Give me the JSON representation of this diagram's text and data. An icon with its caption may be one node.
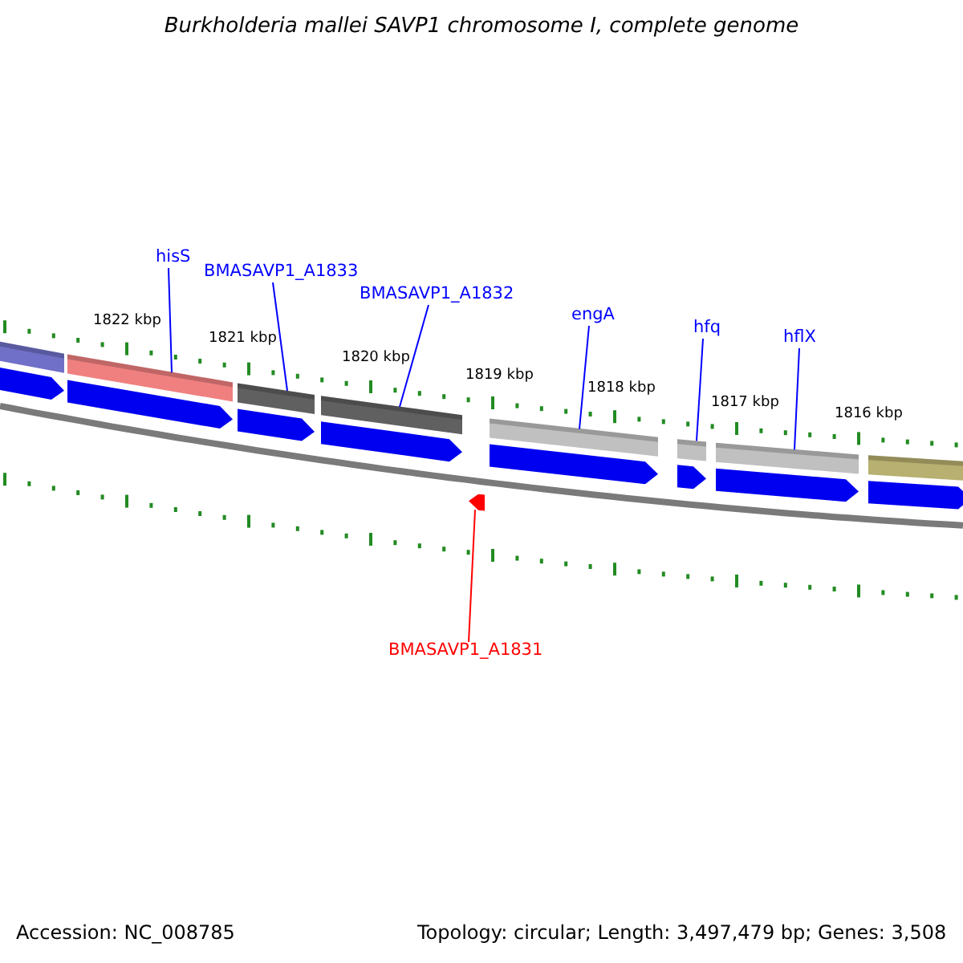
{
  "diagram": {
    "title": "Burkholderia mallei SAVP1 chromosome I, complete genome",
    "nodes": [
      {
        "text": [
          "hisS"
        ]
      },
      {
        "text": [
          "BMASAVP1_A1833"
        ]
      },
      {
        "text": [
          "BMASAVP1_A1832"
        ]
      },
      {
        "text": [
          "engA"
        ]
      },
      {
        "text": [
          "hfq"
        ]
      },
      {
        "text": [
          "hflX"
        ]
      },
      {
        "text": [
          "BMASAVP1_A1831"
        ]
      },
      {
        "text": [],
        "shape": "bar"
      },
      {
        "text": [],
        "shape": "bar"
      },
      {
        "text": [],
        "shape": "bar"
      },
      {
        "text": [],
        "shape": "bar"
      },
      {
        "text": [],
        "shape": "bar"
      },
      {
        "text": [],
        "shape": "bar"
      },
      {
        "text": [],
        "shape": "bar"
      },
      {
        "text": [],
        "shape": "bar"
      },
      {
        "text": [],
        "shape": "bar"
      }
    ],
    "edges": [
      {
        "from": 0,
        "to": 8,
        "arrow": "none"
      },
      {
        "from": 1,
        "to": 9,
        "arrow": "none"
      },
      {
        "from": 2,
        "to": 10,
        "arrow": "none"
      },
      {
        "from": 3,
        "to": 12,
        "arrow": "none"
      },
      {
        "from": 4,
        "to": 13,
        "arrow": "none"
      },
      {
        "from": 5,
        "to": 14,
        "arrow": "none"
      },
      {
        "from": 6,
        "to": 11,
        "arrow": "none",
        "color": "#ff0000"
      }
    ],
    "labels": [
      "1822 kbp",
      "1821 kbp",
      "1820 kbp",
      "1819 kbp",
      "1818 kbp",
      "1817 kbp",
      "1816 kbp",
      "Accession: NC_008785",
      "Topology: circular; Length: 3,497,479 bp; Genes: 3,508"
    ]
  }
}
